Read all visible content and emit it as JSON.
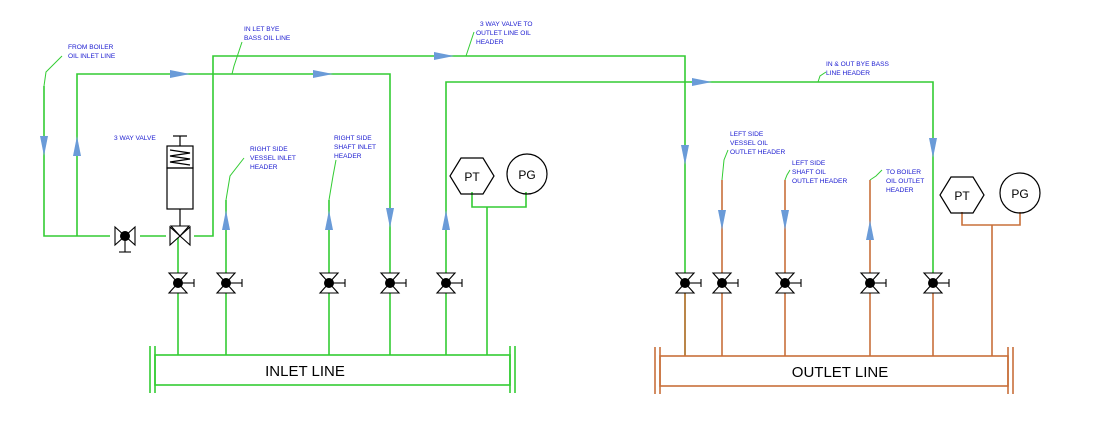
{
  "labels": {
    "from_boiler": [
      "FROM BOILER",
      "OIL INLET LINE"
    ],
    "inlet_bypass": [
      "IN LET BYE",
      "BASS OIL LINE"
    ],
    "three_way_to_outlet": [
      "3 WAY VALVE TO",
      "OUTLET LINE  OIL",
      "HEADER"
    ],
    "in_out_bypass": [
      "IN & OUT BYE BASS",
      "LINE HEADER"
    ],
    "three_way_valve": "3 WAY VALVE",
    "right_vessel_inlet": [
      "RIGHT  SIDE",
      "VESSEL INLET",
      "HEADER"
    ],
    "right_shaft_inlet": [
      "RIGHT  SIDE",
      "SHAFT INLET",
      "HEADER"
    ],
    "left_vessel_outlet": [
      "LEFT SIDE",
      "VESSEL OIL",
      "OUTLET HEADER"
    ],
    "left_shaft_outlet": [
      "LEFT  SIDE",
      "SHAFT OIL",
      "OUTLET HEADER"
    ],
    "to_boiler_outlet": [
      "TO BOILER",
      "OIL OUTLET",
      "HEADER"
    ]
  },
  "instruments": {
    "pt": "PT",
    "pg": "PG"
  },
  "headers": {
    "inlet": "INLET LINE",
    "outlet": "OUTLET LINE"
  },
  "colors": {
    "inlet_pipe": "#33cc33",
    "outlet_pipe": "#c8703a",
    "flow_arrow": "#6a9bd8",
    "label_text": "#1a1ad0"
  }
}
